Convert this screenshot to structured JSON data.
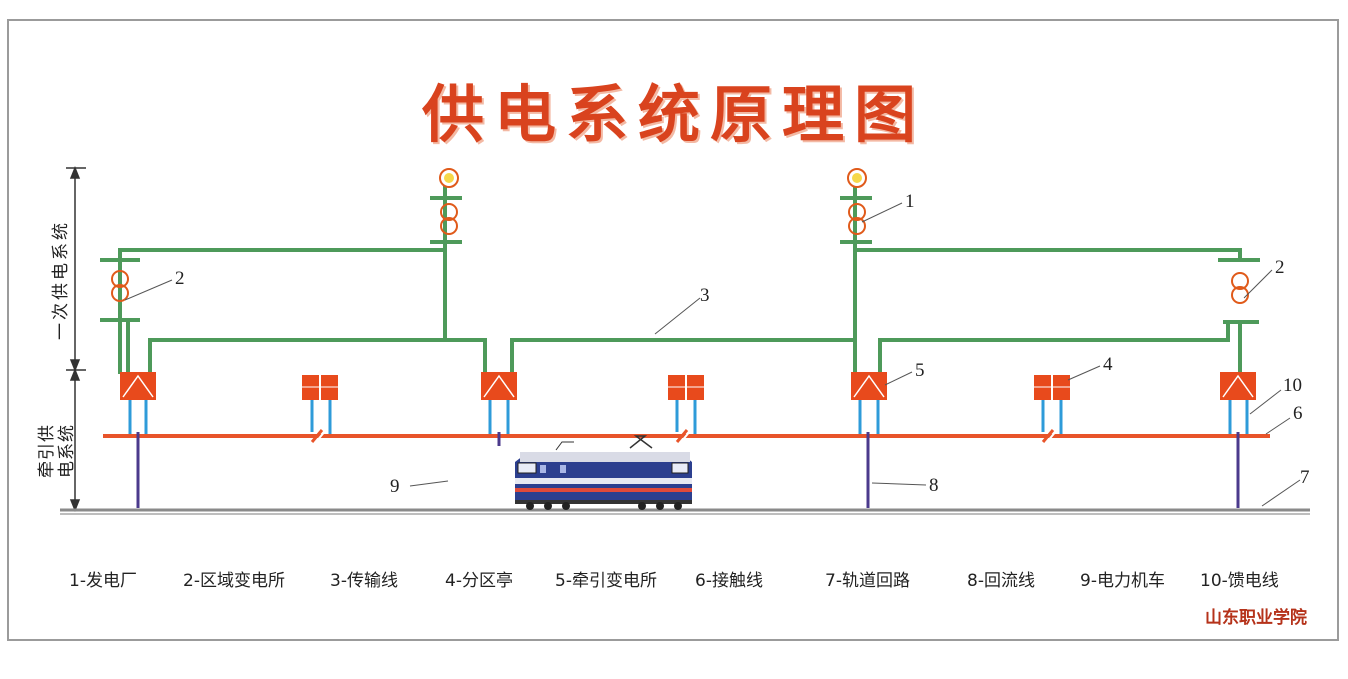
{
  "title": "供电系统原理图",
  "side_labels": {
    "primary": "一次供电系统",
    "traction_line1": "牵引供",
    "traction_line2": "电系统"
  },
  "callouts": [
    "1",
    "2",
    "2",
    "3",
    "4",
    "5",
    "6",
    "7",
    "8",
    "9",
    "10"
  ],
  "legend": [
    "1-发电厂",
    "2-区域变电所",
    "3-传输线",
    "4-分区亭",
    "5-牵引变电所",
    "6-接触线",
    "7-轨道回路",
    "8-回流线",
    "9-电力机车",
    "10-馈电线"
  ],
  "school": "山东职业学院",
  "colors": {
    "title": "#d9431e",
    "transmission": "#4e9a5a",
    "contact_wire": "#e8542a",
    "substation": "#e84a1c",
    "feeder": "#2e9bd9",
    "return_line": "#4b3a8c",
    "rail": "#8a8a8a",
    "transformer": "#e05a1a"
  }
}
